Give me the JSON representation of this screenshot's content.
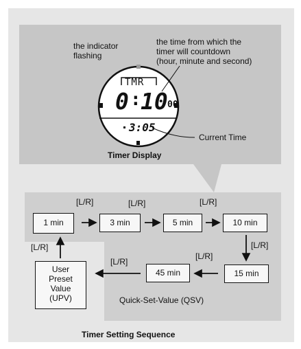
{
  "timer_display": {
    "title": "Timer Display",
    "mode_label": "TMR",
    "hours": "0",
    "minutes": "10",
    "seconds": "00",
    "current_time": "3:05",
    "annotations": {
      "indicator": [
        "the indicator",
        "flashing"
      ],
      "countdown": [
        "the time from which the",
        "timer will countdown",
        "(hour, minute and second)"
      ],
      "current_time": "Current Time"
    }
  },
  "sequence": {
    "title": "Timer Setting Sequence",
    "qsv_label": "Quick-Set-Value (QSV)",
    "button_label": "[L/R]",
    "steps": [
      "1 min",
      "3 min",
      "5 min",
      "10 min",
      "15 min",
      "45 min"
    ],
    "upv_label": [
      "User",
      "Preset",
      "Value",
      "(UPV)"
    ]
  },
  "colors": {
    "outer_bg": "#e6e6e6",
    "panel_gray": "#c6c6c6",
    "seq_gray": "#cfcfcf",
    "box_bg": "#f7f7f7",
    "ink": "#111111"
  }
}
